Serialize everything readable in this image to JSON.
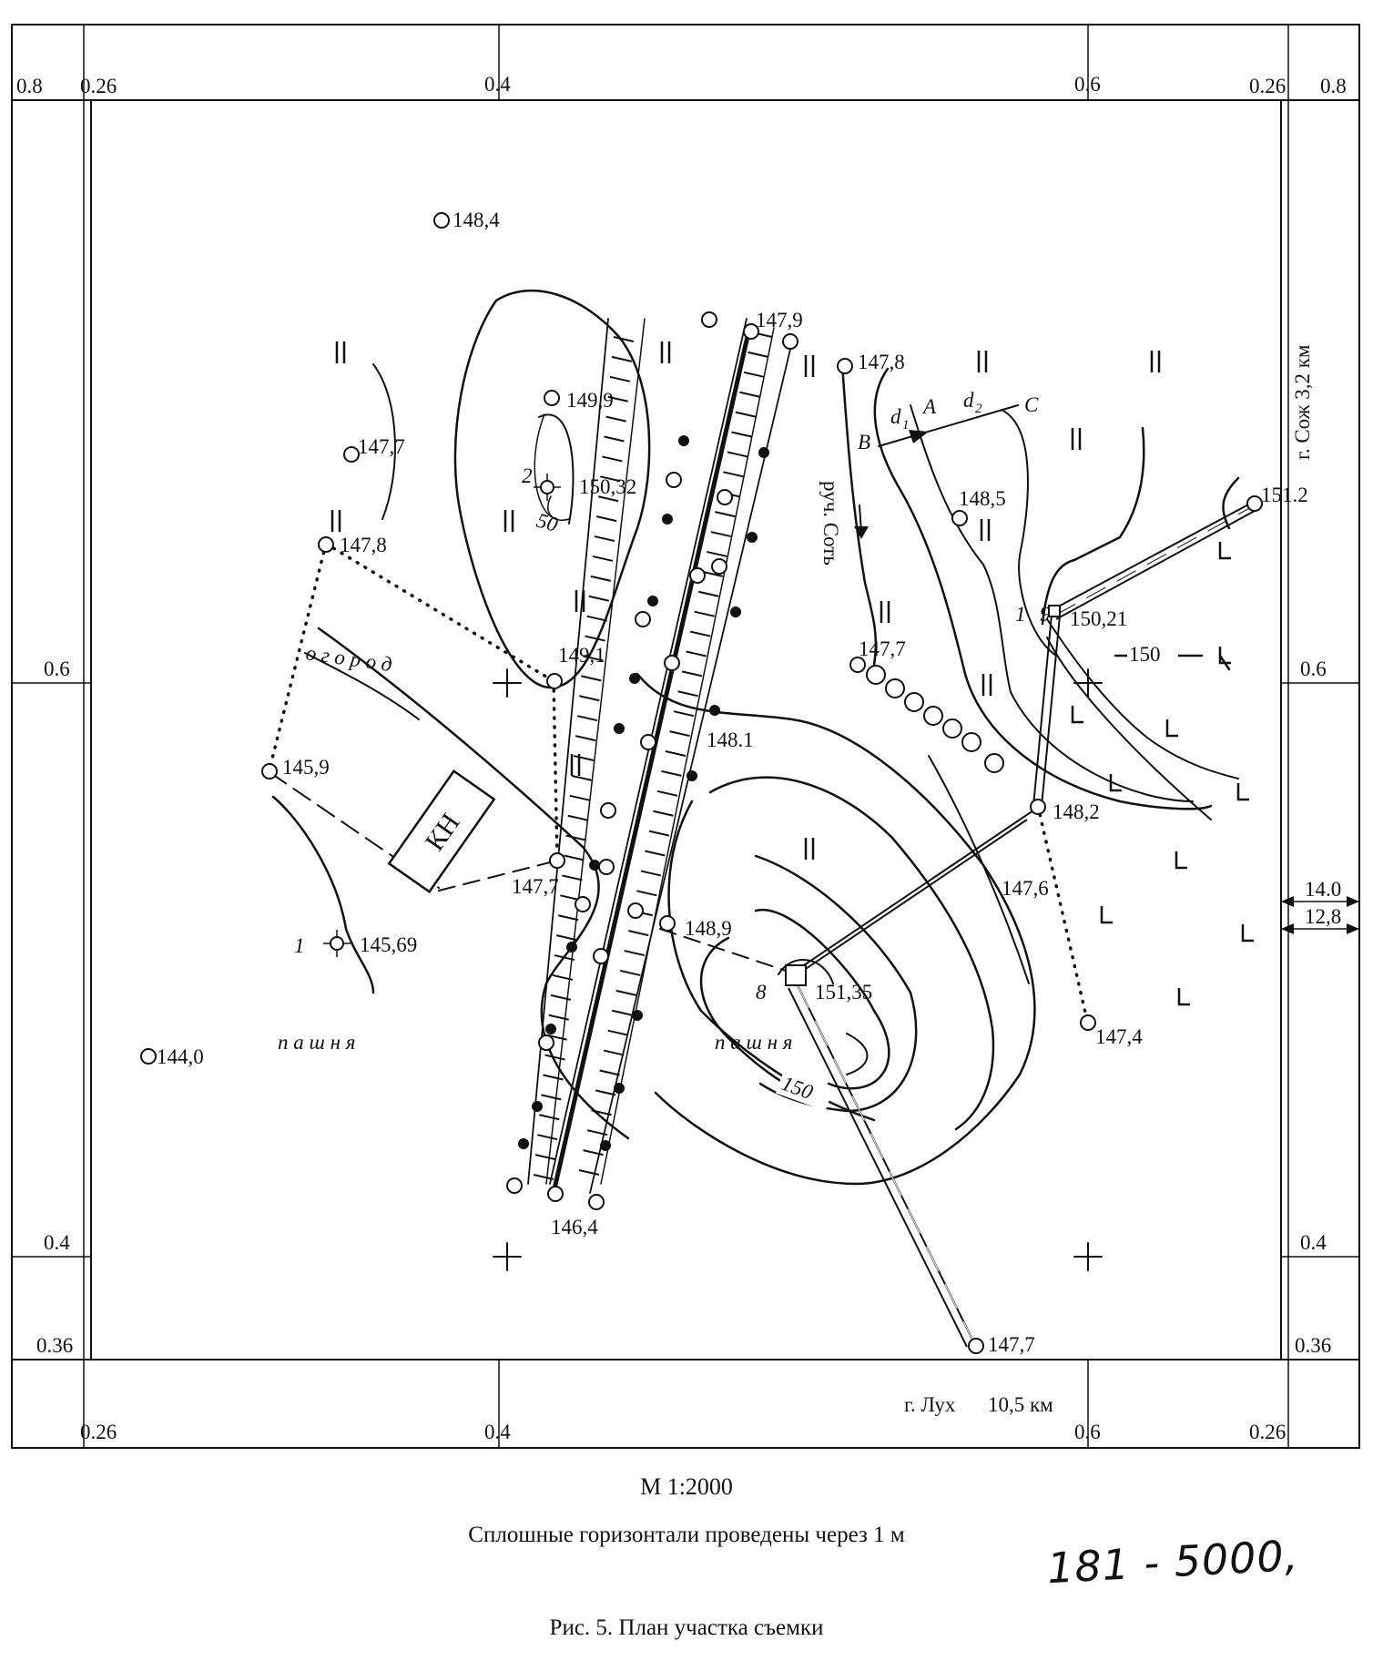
{
  "frame": {
    "top_labels": [
      "0.8",
      "0.26",
      "0.4",
      "0.6",
      "0.26",
      "0.8"
    ],
    "bottom_labels": [
      "0.26",
      "0.4",
      "0.6",
      "0.26"
    ],
    "left_labels": [
      "0.6",
      "0.4",
      "0.36"
    ],
    "right_labels": [
      "0.6",
      "0.4",
      "0.36"
    ],
    "right_dims": [
      "14.0",
      "12,8"
    ],
    "dir_right": "г. Сож 3,2 км",
    "dir_bottom_town": "г. Лух",
    "dir_bottom_dist": "10,5 км"
  },
  "elevations": {
    "e1": "148,4",
    "e2": "147,9",
    "e3": "147,8",
    "e4": "149,9",
    "e5": "150,32",
    "e6": "147,7",
    "e7": "147,8",
    "e8": "149,1",
    "e9": "145,9",
    "e10": "147,7",
    "e11": "145,69",
    "e12": "144,0",
    "e13": "148.1",
    "e14": "148,9",
    "e15": "151,35",
    "e16": "146,4",
    "e17": "147,7",
    "e18": "148,5",
    "e19": "150,21",
    "e20": "151.2",
    "e21": "148,2",
    "e22": "147,6",
    "e23": "147,4",
    "e24": "147,7"
  },
  "contour_labels": {
    "c150_top": "50",
    "c150_right": "150",
    "c150_bottom": "150"
  },
  "station_numbers": {
    "s1": "1",
    "s2": "2",
    "s8": "8",
    "s9": "9"
  },
  "letters": {
    "B": "B",
    "A": "A",
    "C": "C",
    "d1": "d",
    "d1sub": "1",
    "d2": "d",
    "d2sub": "2"
  },
  "areas": {
    "garden": "о г о р о д",
    "field1": "п а ш н я",
    "field2": "п а ш н я",
    "building": "КН"
  },
  "stream": "руч. Соть",
  "captions": {
    "scale": "М 1:2000",
    "note": "Сплошные горизонтали проведены через 1  м",
    "handwritten": "181 - 5000,",
    "figure": "Рис. 5. План участка съемки"
  }
}
